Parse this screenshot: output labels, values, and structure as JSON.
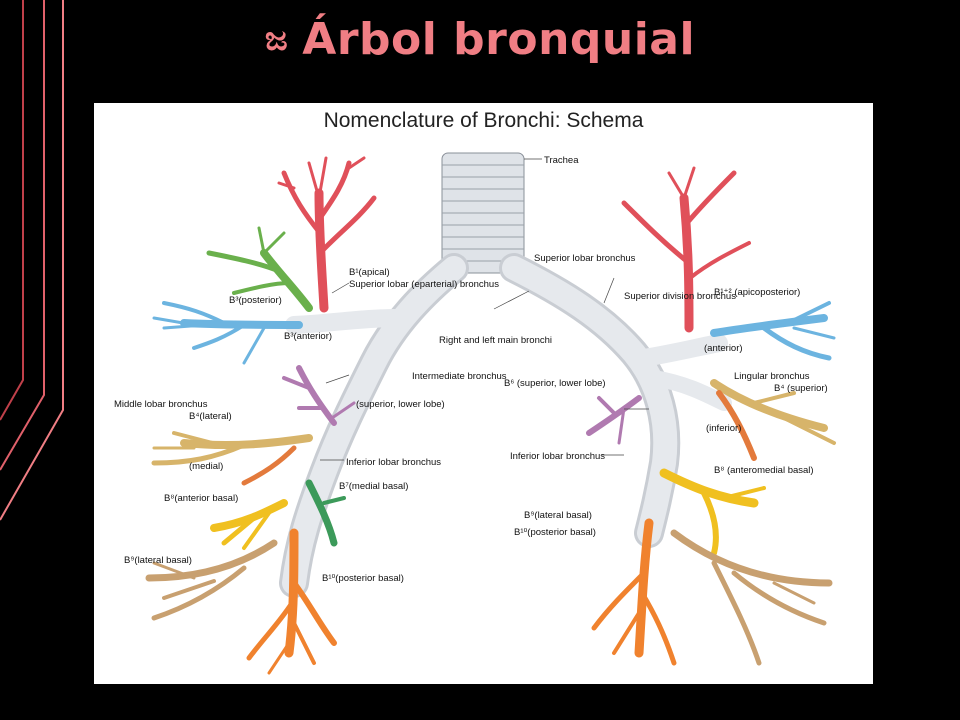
{
  "slide": {
    "bullet_glyph": "ಜ",
    "title": "Árbol bronquial"
  },
  "figure": {
    "title": "Nomenclature of Bronchi: Schema",
    "labels": {
      "trachea": "Trachea",
      "superior_lobar_eparterial": "Superior lobar (eparterial) bronchus",
      "right_left_main": "Right and left main bronchi",
      "superior_lobar_left": "Superior lobar bronchus",
      "superior_division": "Superior division bronchus",
      "intermediate": "Intermediate bronchus",
      "middle_lobar": "Middle lobar bronchus",
      "inferior_lobar_right": "Inferior lobar bronchus",
      "inferior_lobar_left": "Inferior lobar bronchus",
      "lingular": "Lingular bronchus",
      "apical": "B¹(apical)",
      "posterior": "B³(posterior)",
      "anterior_r": "B³(anterior)",
      "lateral": "B⁴(lateral)",
      "medial": "(medial)",
      "superior_lower": "(superior, lower lobe)",
      "anterior_basal_r": "B⁸(anterior basal)",
      "medial_basal": "B⁷(medial basal)",
      "lateral_basal_r": "B⁹(lateral basal)",
      "posterior_basal_r": "B¹⁰(posterior basal)",
      "apicoposterior": "B¹⁺² (apicoposterior)",
      "anterior_l": "(anterior)",
      "superior_l": "B⁴ (superior)",
      "inferior_l": "(inferior)",
      "superior_lower_l": "B⁶ (superior, lower lobe)",
      "anteromedial_basal": "B⁸ (anteromedial basal)",
      "lateral_basal_l": "B⁹(lateral basal)",
      "posterior_basal_l": "B¹⁰(posterior basal)"
    }
  }
}
